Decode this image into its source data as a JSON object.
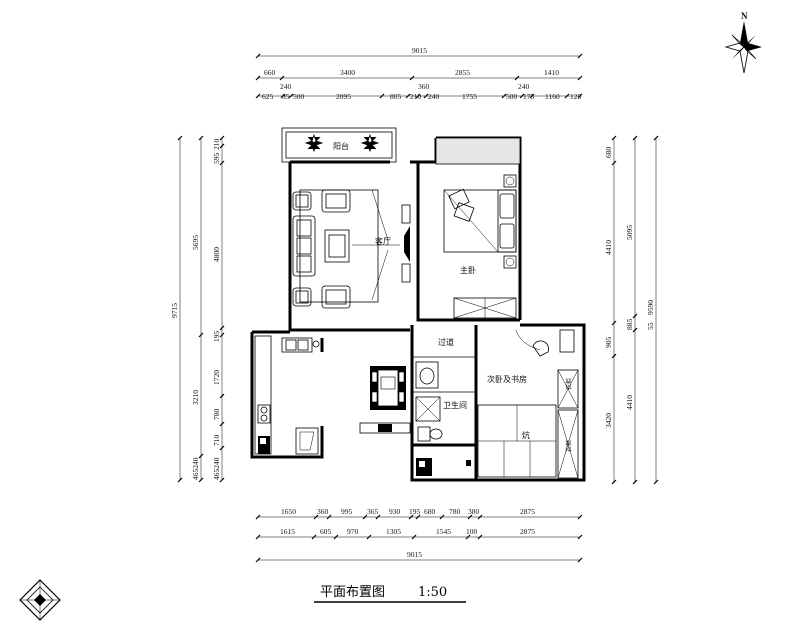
{
  "title": "平面布置图",
  "scale": "1:50",
  "compass": {
    "label": "N"
  },
  "rooms": {
    "balcony": "阳台",
    "living": "客厅",
    "master": "主卧",
    "corridor": "过道",
    "bathroom": "卫生间",
    "second": "次卧及书房",
    "kang": "炕",
    "cabinet_a": "衣柜",
    "cabinet_b": "衣柜"
  },
  "dims_top": {
    "total": "9015",
    "row1": [
      "660",
      "3400",
      "2855",
      "1410"
    ],
    "row2a": [
      "240",
      "360",
      "240"
    ],
    "row2": [
      "625",
      "35",
      "500",
      "2095",
      "805",
      "210",
      "240",
      "1755",
      "500",
      "175",
      "1160",
      "125"
    ]
  },
  "dims_bottom": {
    "row1": [
      "1650",
      "360",
      "995",
      "365",
      "930",
      "195",
      "680",
      "780",
      "380",
      "2875"
    ],
    "row2": [
      "1615",
      "605",
      "970",
      "1305",
      "1545",
      "100",
      "2875"
    ],
    "total": "9015"
  },
  "dims_left": {
    "total": "9715",
    "outer": [
      "5695",
      "3210",
      "465240"
    ],
    "inner": [
      "210",
      "595",
      "4800",
      "195",
      "1720",
      "780",
      "710",
      "465240"
    ]
  },
  "dims_right": {
    "total": "9590",
    "outer": [
      "5095",
      "4410"
    ],
    "inner": [
      "680",
      "4410",
      "905",
      "3420"
    ],
    "small": [
      "885",
      "55"
    ]
  }
}
